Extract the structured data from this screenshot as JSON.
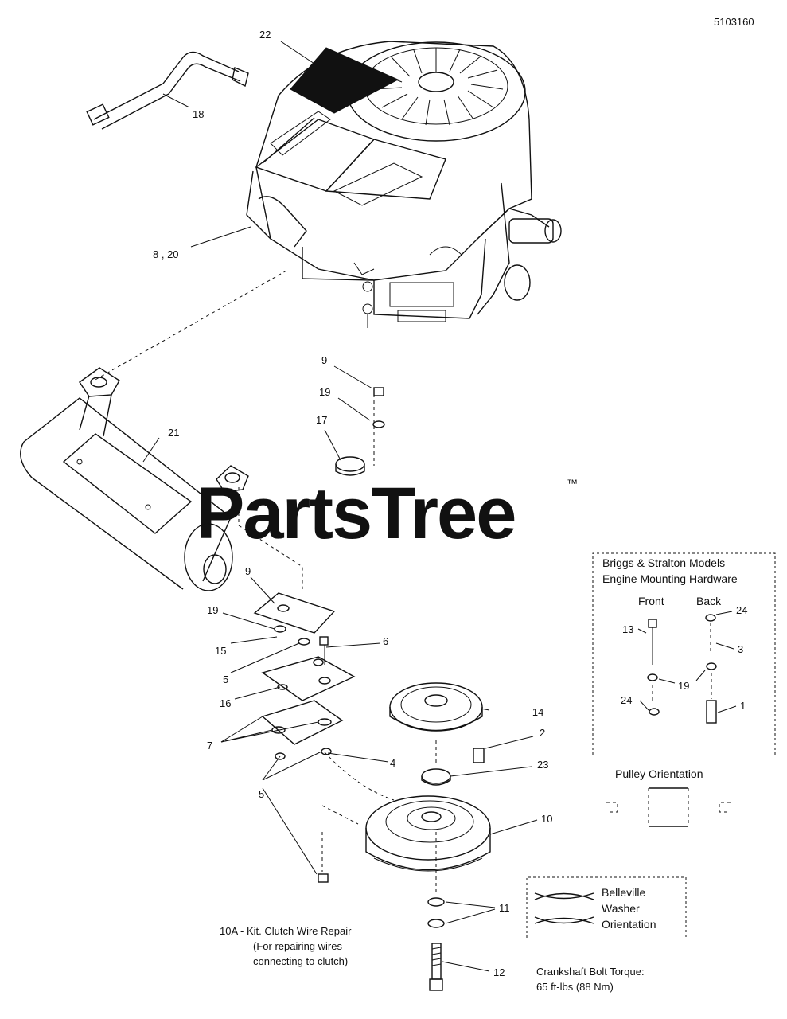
{
  "doc_id": "5103160",
  "watermark": {
    "text": "PartsTree",
    "tm": "™"
  },
  "callouts": {
    "c22": "22",
    "c18": "18",
    "c8_20": "8 , 20",
    "c9a": "9",
    "c19a": "19",
    "c17": "17",
    "c21": "21",
    "c9b": "9",
    "c19b": "19",
    "c15": "15",
    "c5a": "5",
    "c6": "6",
    "c16": "16",
    "c7": "7",
    "c4": "4",
    "c5b": "5",
    "c14": "– 14",
    "c2": "2",
    "c23": "23",
    "c10": "10",
    "c11": "11",
    "c12": "12"
  },
  "briggs_box": {
    "title_line1": "Briggs & Stralton Models",
    "title_line2": "Engine Mounting Hardware",
    "front": "Front",
    "back": "Back",
    "c13": "13",
    "c24a": "24",
    "c3": "3",
    "c19": "19",
    "c24b": "24",
    "c1": "1"
  },
  "pulley_orientation": {
    "title": "Pulley Orientation"
  },
  "belleville_box": {
    "line1": "Belleville",
    "line2": "Washer",
    "line3": "Orientation"
  },
  "kit_note": {
    "line1": "10A - Kit. Clutch Wire Repair",
    "line2": "(For repairing wires",
    "line3": "connecting to clutch)"
  },
  "torque_note": {
    "line1": "Crankshaft Bolt Torque:",
    "line2": "65 ft-lbs (88 Nm)"
  }
}
